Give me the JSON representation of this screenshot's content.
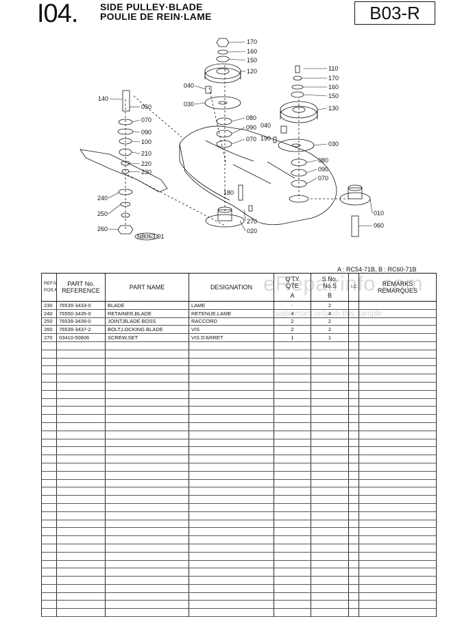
{
  "header": {
    "section_code": "I04.",
    "title_en": "SIDE PULLEY·BLADE",
    "title_fr": "POULIE DE REIN·LAME",
    "sheet_code": "B03-R"
  },
  "diagram": {
    "callouts": [
      "170",
      "160",
      "150",
      "120",
      "040",
      "030",
      "140",
      "050",
      "070",
      "090",
      "100",
      "210",
      "220",
      "230",
      "240",
      "250",
      "260",
      "080",
      "090",
      "070",
      "190",
      "040",
      "110",
      "170",
      "160",
      "150",
      "130",
      "030",
      "080",
      "090",
      "070",
      "180",
      "270",
      "020",
      "010",
      "060"
    ],
    "figure_id": "N8063-01"
  },
  "model_note": "A : RC54-71B,  B : RC60-71B",
  "table": {
    "headers": {
      "ref_no": "REF.No.",
      "pos_no": "POS.No.",
      "part_no": "PART No.",
      "reference": "REFERENCE",
      "part_name": "PART NAME",
      "designation": "DESIGNATION",
      "qty1": "Q'TY",
      "qty2": "QTE",
      "sno1": "S.No.",
      "sno2": "No.S",
      "col_a": "A",
      "col_b": "B",
      "ic": "I.C.",
      "remarks1": "REMARKS",
      "remarks2": "REMARQUES"
    },
    "rows": [
      {
        "ref": "230",
        "part_no": "76539-3433-0",
        "name": "BLADE",
        "designation": "LAME",
        "a": "-",
        "b": "2"
      },
      {
        "ref": "240",
        "part_no": "76550-3435-0",
        "name": "RETAINER,BLADE",
        "designation": "RETENUE,LAME",
        "a": "4",
        "b": "4"
      },
      {
        "ref": "250",
        "part_no": "76539-3439-0",
        "name": "JOINT,BLADE BOSS",
        "designation": "RACCORD",
        "a": "2",
        "b": "2"
      },
      {
        "ref": "260",
        "part_no": "76539-3437-2",
        "name": "BOLT,LOCKING BLADE",
        "designation": "VIS",
        "a": "2",
        "b": "2"
      },
      {
        "ref": "270",
        "part_no": "03410-50606",
        "name": "SCREW,SET",
        "designation": "VIS D'ARRET",
        "a": "1",
        "b": "1"
      }
    ]
  },
  "watermark": {
    "brand": "eRepairinfo.com",
    "notice": "watermark only on this sample"
  }
}
